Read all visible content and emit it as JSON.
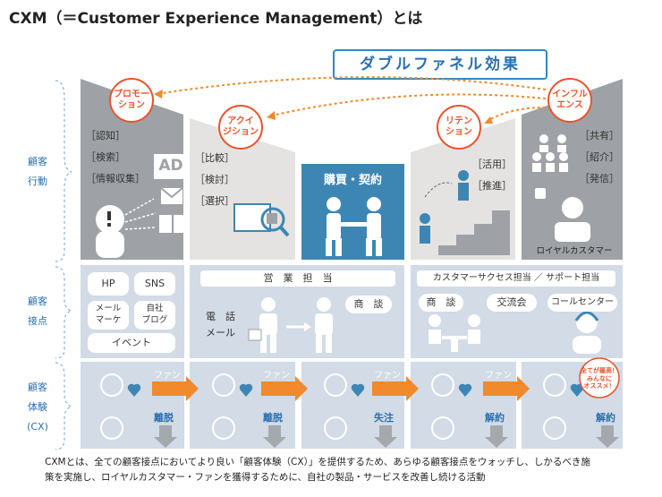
{
  "title": "CXM（＝Customer Experience Management）とは",
  "double_funnel_label": "ダブルファネル効果",
  "row_labels": {
    "behavior": [
      "顧客",
      "行動"
    ],
    "touchpoint": [
      "顧客",
      "接点"
    ],
    "experience": [
      "顧客",
      "体験",
      "(CX)"
    ]
  },
  "stages": {
    "promotion": {
      "circle": [
        "プロモー",
        "ション"
      ],
      "labels": [
        "［認知］",
        "［検索］",
        "［情報収集］"
      ],
      "ad_text": "AD"
    },
    "acquisition": {
      "circle": [
        "アクイ",
        "ジション"
      ],
      "labels": [
        "［比較］",
        "［検討］",
        "［選択］"
      ]
    },
    "purchase": {
      "label": "購買・契約"
    },
    "retention": {
      "circle": [
        "リテン",
        "ション"
      ],
      "labels": [
        "［活用］",
        "［推進］"
      ]
    },
    "influence": {
      "circle": [
        "インフル",
        "エンス"
      ],
      "labels": [
        "［共有］",
        "［紹介］",
        "［発信］"
      ],
      "loyal": "ロイヤルカスタマー"
    }
  },
  "touchpoints": {
    "promotion": {
      "items": [
        "HP",
        "SNS",
        "メール\nマーケ",
        "自社\nブログ"
      ],
      "event": "イベント"
    },
    "sales": {
      "header": "営　業　担　当",
      "phone": "電　話",
      "mail": "メール",
      "deal": "商　談"
    },
    "support": {
      "header": "カスタマーサクセス担当 ／ サポート担当",
      "items": [
        "商　談",
        "交流会",
        "コールセンター"
      ]
    }
  },
  "experience": {
    "fan_label": "ファン",
    "leave_labels": [
      "離脱",
      "離脱",
      "失注",
      "解約",
      "解約"
    ],
    "bubble": [
      "全てが最高！",
      "みんなに",
      "オススメ！"
    ]
  },
  "footer": [
    "CXMとは、全ての顧客接点においてより良い「顧客体験（CX）」を提供するため、あらゆる顧客接点をウォッチし、しかるべき施",
    "策を実施し、ロイヤルカスタマー・ファンを獲得するために、自社の製品・サービスを改善し続ける活動"
  ],
  "colors": {
    "orange": "#e8542d",
    "arrow_orange": "#f08a2c",
    "blue_dark": "#3d86b4",
    "grey_dark": "#9ea2a6",
    "grey_mid": "#c3c5c8",
    "grey_light": "#e4e3e1",
    "panel": "#d2dbe6",
    "label_blue": "#2a6fb0"
  }
}
